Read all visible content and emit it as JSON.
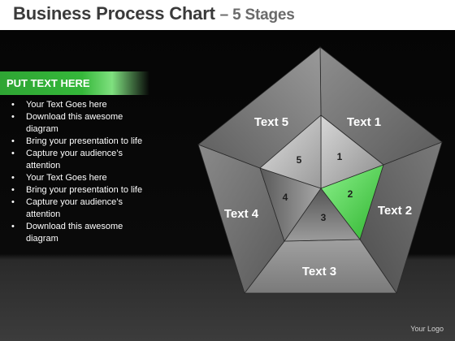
{
  "header": {
    "title": "Business Process Chart",
    "subtitle": "– 5 Stages"
  },
  "sidebar": {
    "banner": "PUT TEXT HERE",
    "bullets": [
      "Your Text Goes here",
      "Download this awesome diagram",
      "Bring your presentation to life",
      "Capture your audience’s attention",
      "Your Text Goes here",
      "Bring your presentation to life",
      "Capture your audience’s attention",
      "Download this awesome diagram"
    ]
  },
  "diagram": {
    "outer_labels": [
      "Text 1",
      "Text 2",
      "Text 3",
      "Text 4",
      "Text 5"
    ],
    "inner_numbers": [
      "1",
      "2",
      "3",
      "4",
      "5"
    ],
    "highlighted_stage": 2,
    "highlight_color": "#5fe05f"
  },
  "footer": {
    "logo": "Your Logo"
  }
}
